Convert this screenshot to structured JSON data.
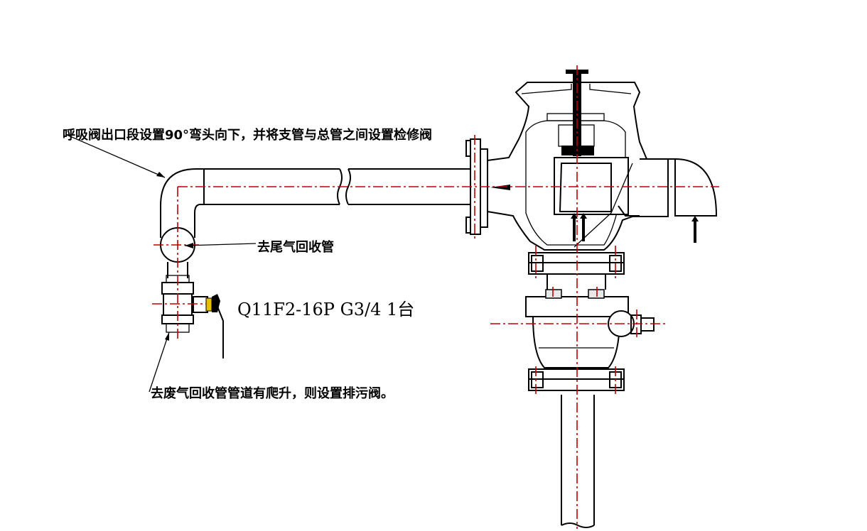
{
  "labels": {
    "breather_outlet_note": "呼吸阀出口段设置90°弯头向下，并将支管与总管之间设置检修阀",
    "tail_gas_return": "去尾气回收管",
    "valve_model": "Q11F2-16P G3/4 1台",
    "waste_gas_note": "去废气回收管管道有爬升，则设置排污阀。"
  },
  "colors": {
    "linework": "#000000",
    "centerline": "#c00000",
    "accent_yellow": "#e8c000"
  }
}
